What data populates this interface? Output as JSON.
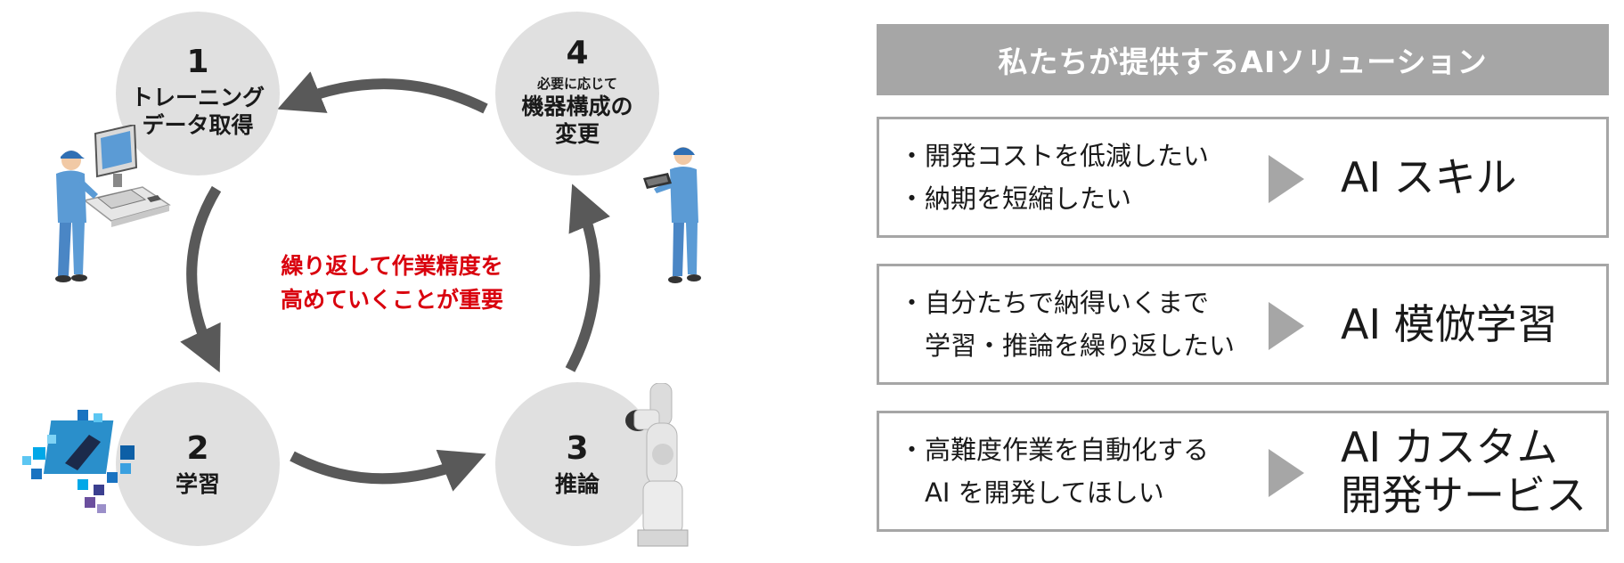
{
  "cycle": {
    "steps": [
      {
        "num": "1",
        "lines": [
          "トレーニング",
          "データ取得"
        ]
      },
      {
        "num": "2",
        "lines": [
          "学習"
        ]
      },
      {
        "num": "3",
        "lines": [
          "推論"
        ]
      },
      {
        "num": "4",
        "small": "必要に応じて",
        "lines": [
          "機器構成の",
          "変更"
        ]
      }
    ],
    "center_note": [
      "繰り返して作業精度を",
      "高めていくことが重要"
    ],
    "colors": {
      "circle": "#e0e0e0",
      "arrow": "#595959",
      "note": "#d9000d"
    }
  },
  "panel": {
    "title": "私たちが提供するAIソリューション",
    "solutions": [
      {
        "needs": [
          "・開発コストを低減したい",
          "・納期を短縮したい"
        ],
        "name": [
          "AI スキル"
        ]
      },
      {
        "needs": [
          "・自分たちで納得いくまで",
          "　学習・推論を繰り返したい"
        ],
        "name": [
          "AI 模倣学習"
        ]
      },
      {
        "needs": [
          "・高難度作業を自動化する",
          "　AI を開発してほしい"
        ],
        "name": [
          "AI カスタム",
          "開発サービス"
        ]
      }
    ],
    "colors": {
      "header_bg": "#a6a6a6",
      "border": "#a6a6a6",
      "triangle": "#a6a6a6"
    }
  }
}
